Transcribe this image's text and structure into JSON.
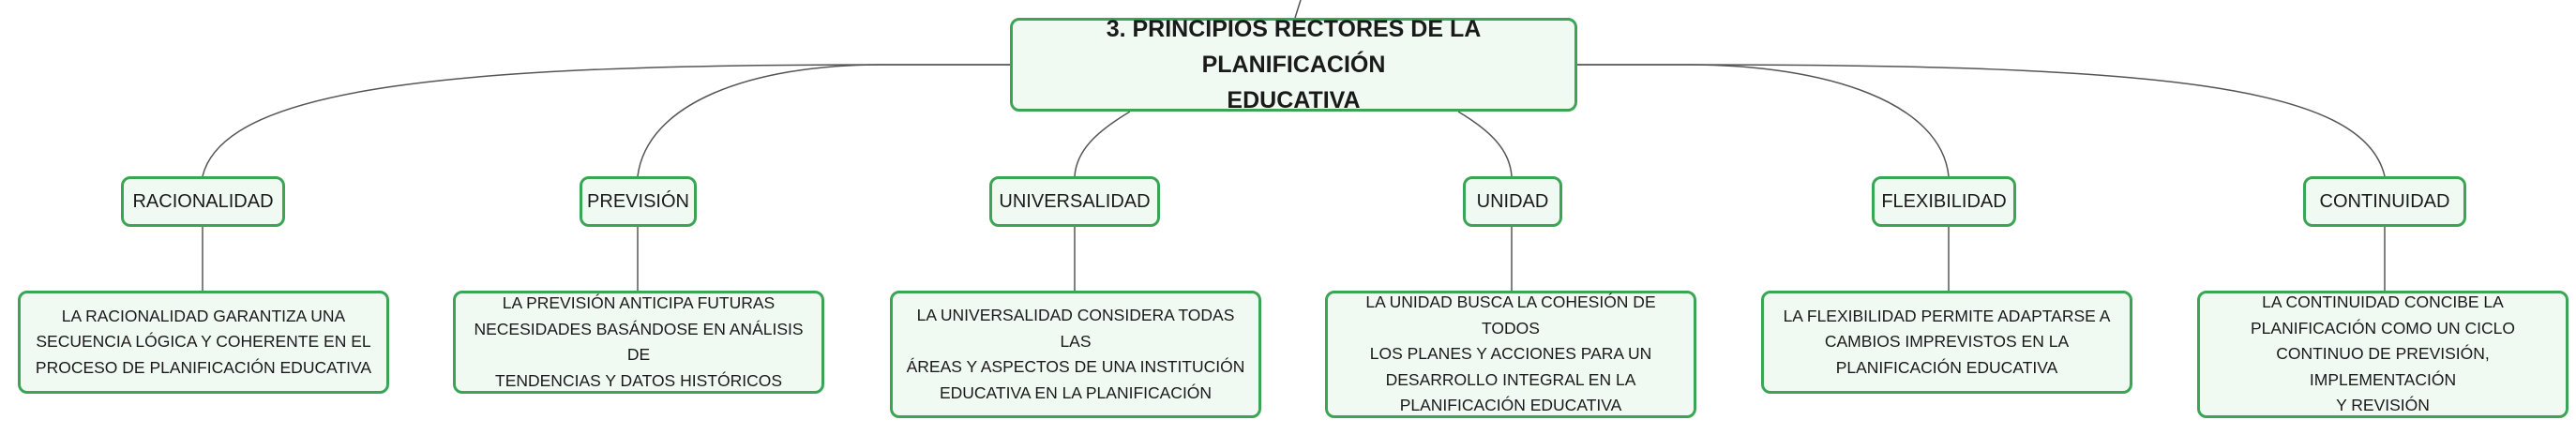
{
  "root": {
    "title_line1": "3. PRINCIPIOS RECTORES DE LA PLANIFICACIÓN",
    "title_line2": "EDUCATIVA"
  },
  "principles": [
    {
      "label": "RACIONALIDAD",
      "description": [
        "LA RACIONALIDAD GARANTIZA UNA",
        "SECUENCIA LÓGICA Y COHERENTE EN EL",
        "PROCESO DE PLANIFICACIÓN EDUCATIVA"
      ]
    },
    {
      "label": "PREVISIÓN",
      "description": [
        "LA PREVISIÓN ANTICIPA FUTURAS",
        "NECESIDADES BASÁNDOSE EN ANÁLISIS DE",
        "TENDENCIAS Y DATOS HISTÓRICOS"
      ]
    },
    {
      "label": "UNIVERSALIDAD",
      "description": [
        "LA UNIVERSALIDAD CONSIDERA TODAS LAS",
        "ÁREAS Y ASPECTOS DE UNA INSTITUCIÓN",
        "EDUCATIVA EN LA PLANIFICACIÓN"
      ]
    },
    {
      "label": "UNIDAD",
      "description": [
        "LA UNIDAD BUSCA LA COHESIÓN DE TODOS",
        "LOS PLANES Y ACCIONES PARA UN",
        "DESARROLLO INTEGRAL EN LA",
        "PLANIFICACIÓN EDUCATIVA"
      ]
    },
    {
      "label": "FLEXIBILIDAD",
      "description": [
        "LA FLEXIBILIDAD PERMITE ADAPTARSE A",
        "CAMBIOS IMPREVISTOS EN LA",
        "PLANIFICACIÓN EDUCATIVA"
      ]
    },
    {
      "label": "CONTINUIDAD",
      "description": [
        "LA CONTINUIDAD CONCIBE LA",
        "PLANIFICACIÓN COMO UN CICLO",
        "CONTINUO DE PREVISIÓN, IMPLEMENTACIÓN",
        "Y REVISIÓN"
      ]
    }
  ],
  "colors": {
    "border": "#3aa655",
    "fill": "#f1f9f3",
    "connector": "#555555"
  }
}
